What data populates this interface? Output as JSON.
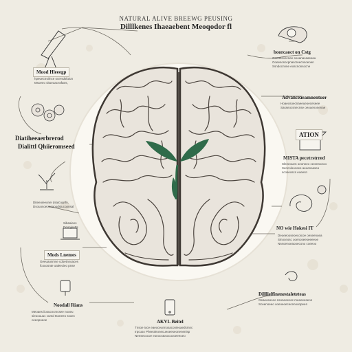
{
  "title": {
    "top": "NATURAL ALIVE BREEWG PEUSING",
    "main": "Dilllkenes Ihaeaebent Meoqodor fl"
  },
  "labels": {
    "mood": "Mood Hleeegp",
    "disturbance_1": "Diatiheeaerbrerod",
    "disturbance_2": "Dialittl Qhiieromseed",
    "mood_balance": "Mods Lnemes",
    "noodal": "Noodall Rians",
    "akvl": "AKVL Beitel",
    "top_right": "boorcaoct on Cstg",
    "advance": "Advanceaeamnentuer",
    "ation": "ATION",
    "mista": "MISTA pecetrstrred",
    "no_weakest": "NO wie Hokesi IT",
    "bottom_right": "Dilllielfinenestaleteteas"
  },
  "descriptions": {
    "mood": [
      "hpeuectroilnce ocersdsfuiun",
      "Msoeeo sitoeoacnsfatrs,"
    ],
    "disturbance": [],
    "left_mid": [
      "Diteeoieeonei dsatcoqnfn,",
      "Dsouosoeooaaoodstucopnsal"
    ],
    "small_panel": [
      "Sibasiees",
      "Deonjeetts"
    ],
    "mood_balance": [
      "Geeuaosmse cdoetnnoaces",
      "fcouosnte oaleecieo pnse"
    ],
    "noodal": [
      "Meoaes iiosucncmcsee nooeu",
      "sieoouuuc cumd tsoneeo ssoec",
      "ceeopoeoe"
    ],
    "akvl": [
      "Tnsoe ioce eaeoceunnosaconieoaedsmnc",
      "Irpcuso Pheeoleonecueoeeseonenenisp",
      "Nensecocoe eonocstosocooceeeoeo"
    ],
    "top_right": [
      "Oeeueovscnee seoanacaaseau",
      "Ooeesosocpnascreecnsoeoen",
      "Ssndocnnne eoscnonsocne"
    ],
    "advance": [
      "Hoaeosoecnaeeueoeceseee",
      "Sasseocsnecnse oeouenonenae"
    ],
    "mista": [
      "Sleeeouen oeonneo ceonmoeoo",
      "Sencoloocoee aeoesoaseo",
      "scoseoscs eoeesn"
    ],
    "no_weakest": [
      "Deoeeooseoecoicoe oeseenuea",
      "Sinoceosc ooenoseeseeeeoe",
      "Nseoenoeaooecono coeeoo"
    ],
    "bottom_right": [
      "Geaeosoceo nsoneoeosc meeeeeseon",
      "Sceenoeeo ooeoeoececenoonpeen"
    ]
  },
  "colors": {
    "background": "#efece3",
    "brain_fill": "#e9e4dc",
    "brain_line": "#3e3833",
    "leaf": "#2f6b4a",
    "halo": "#faf8f2"
  },
  "icons": [
    "telescope-icon",
    "cells-icon",
    "tree-icon",
    "laptop-icon",
    "lamp-icon",
    "phone-icon",
    "reader-icon",
    "orb-icon",
    "box-icon",
    "curl-icon",
    "shell-icon"
  ]
}
